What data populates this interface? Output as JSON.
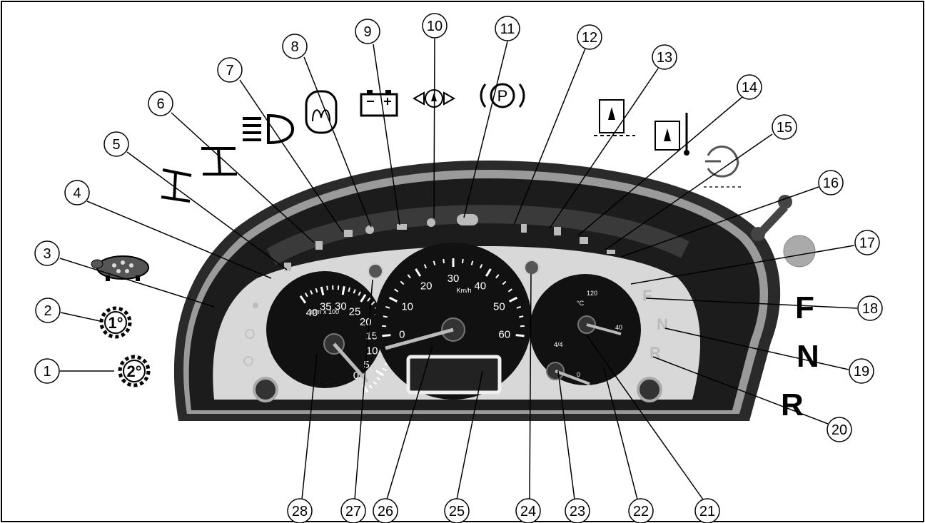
{
  "callouts": [
    "1",
    "2",
    "3",
    "4",
    "5",
    "6",
    "7",
    "8",
    "9",
    "10",
    "11",
    "12",
    "13",
    "14",
    "15",
    "16",
    "17",
    "18",
    "19",
    "20",
    "21",
    "22",
    "23",
    "24",
    "25",
    "26",
    "27",
    "28"
  ],
  "symbols": {
    "gear1_label": "1°",
    "gear2_label": "2°",
    "park_label": "P",
    "forward": "F",
    "neutral": "N",
    "reverse": "R"
  },
  "speedometer": {
    "ticks": [
      "0",
      "10",
      "20",
      "30",
      "40",
      "50",
      "60"
    ],
    "unit": "Km/h"
  },
  "tachometer": {
    "ticks": [
      "0",
      "5",
      "10",
      "15",
      "20",
      "25",
      "30",
      "35",
      "40"
    ],
    "unit": "rpm x 100"
  },
  "temperature_gauge": {
    "unit": "°C",
    "ticks": [
      "40",
      "120"
    ]
  },
  "fuel_gauge": {
    "ticks": [
      "0",
      "4/4"
    ]
  }
}
